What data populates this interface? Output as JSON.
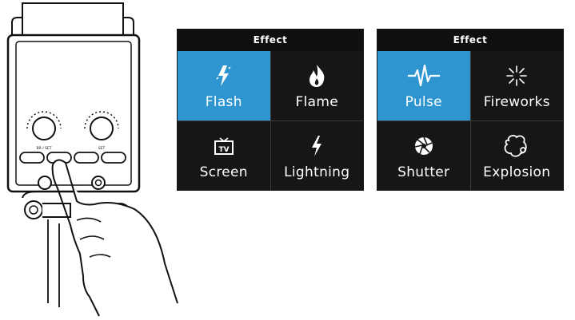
{
  "panels": [
    {
      "header": "Effect",
      "tiles": [
        {
          "label": "Flash",
          "icon": "flash-icon",
          "active": true
        },
        {
          "label": "Flame",
          "icon": "flame-icon",
          "active": false
        },
        {
          "label": "Screen",
          "icon": "tv-icon",
          "active": false
        },
        {
          "label": "Lightning",
          "icon": "lightning-icon",
          "active": false
        }
      ]
    },
    {
      "header": "Effect",
      "tiles": [
        {
          "label": "Pulse",
          "icon": "pulse-icon",
          "active": true
        },
        {
          "label": "Fireworks",
          "icon": "fireworks-icon",
          "active": false
        },
        {
          "label": "Shutter",
          "icon": "shutter-icon",
          "active": false
        },
        {
          "label": "Explosion",
          "icon": "explosion-icon",
          "active": false
        }
      ]
    }
  ],
  "device": {
    "knob_left_label": "BR / SET",
    "knob_right_label": "SET"
  },
  "colors": {
    "accent": "#2e95d1",
    "panel_bg": "#161616",
    "header_bg": "#101010"
  }
}
